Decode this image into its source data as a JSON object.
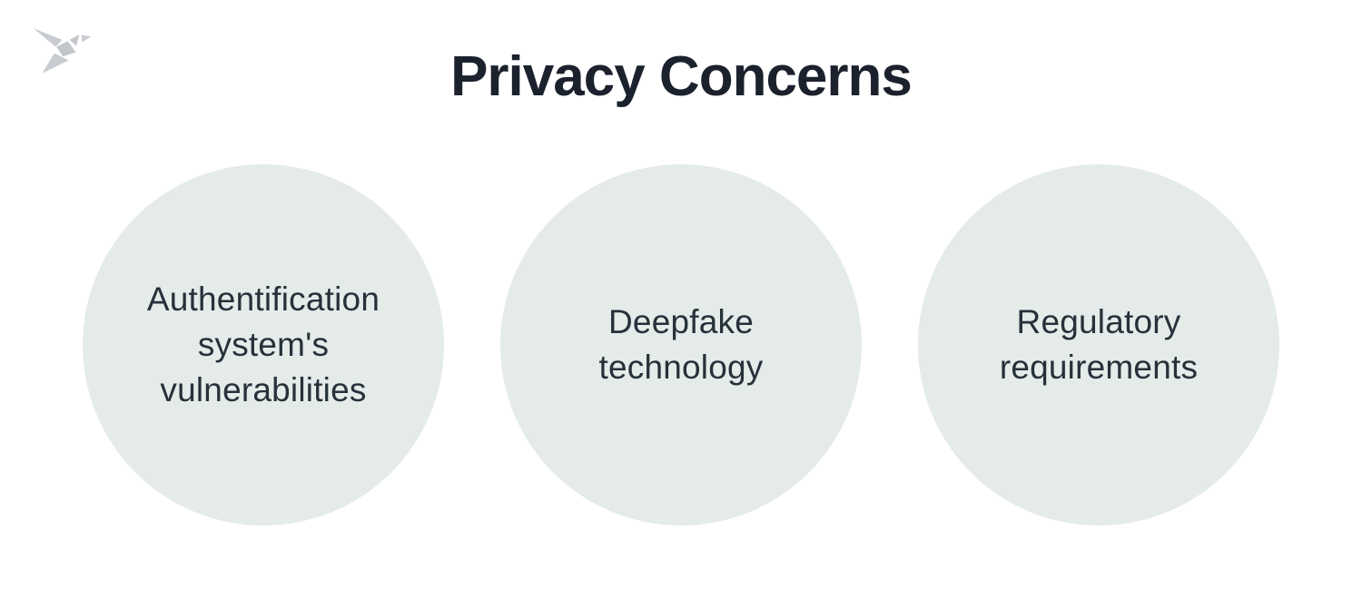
{
  "header": {
    "title": "Privacy Concerns",
    "title_color": "#1b212d"
  },
  "logo": {
    "icon": "origami-bird-logo",
    "color": "#c6cacd"
  },
  "circles": {
    "fill_color": "#e4ebe9",
    "text_color": "#26313a",
    "items": [
      {
        "label": "Authentification\nsystem's\nvulnerabilities"
      },
      {
        "label": "Deepfake\ntechnology"
      },
      {
        "label": "Regulatory\nrequirements"
      }
    ]
  }
}
